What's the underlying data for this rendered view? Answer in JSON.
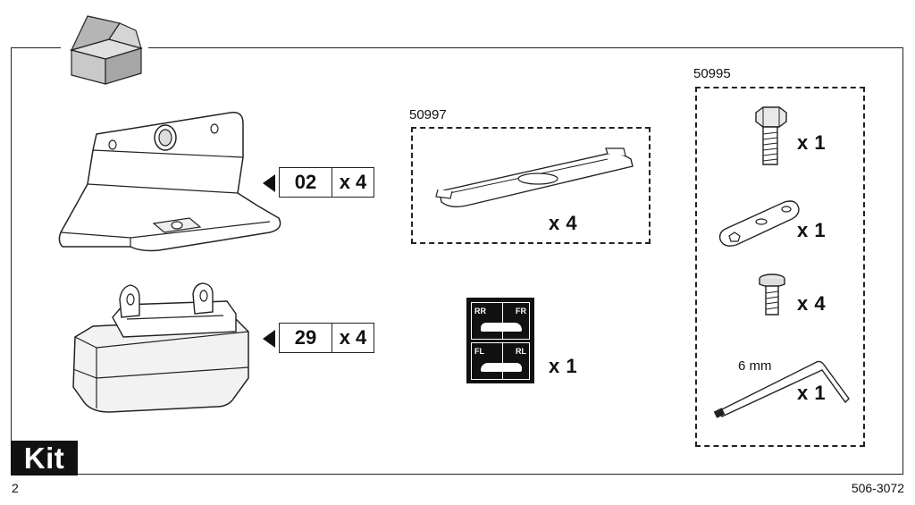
{
  "page_number": "2",
  "document_number": "506-3072",
  "kit_label": "Kit",
  "parts": [
    {
      "code": "02",
      "quantity": "x 4",
      "icon": "foot-bracket-icon"
    },
    {
      "code": "29",
      "quantity": "x 4",
      "icon": "foot-pad-icon"
    }
  ],
  "groups": {
    "plates": {
      "code": "50997",
      "quantity": "x 4",
      "icon": "cover-plate-icon"
    },
    "sticker": {
      "quantity": "x 1",
      "icon": "position-sticker-icon",
      "labels": [
        "RR",
        "FR",
        "FL",
        "RL"
      ]
    },
    "hardware": {
      "code": "50995",
      "items": [
        {
          "quantity": "x 1",
          "icon": "hex-bolt-icon"
        },
        {
          "quantity": "x 1",
          "icon": "spanner-plate-icon"
        },
        {
          "quantity": "x 4",
          "icon": "screw-icon"
        },
        {
          "quantity": "x 1",
          "icon": "allen-key-icon",
          "size": "6 mm"
        }
      ]
    }
  }
}
